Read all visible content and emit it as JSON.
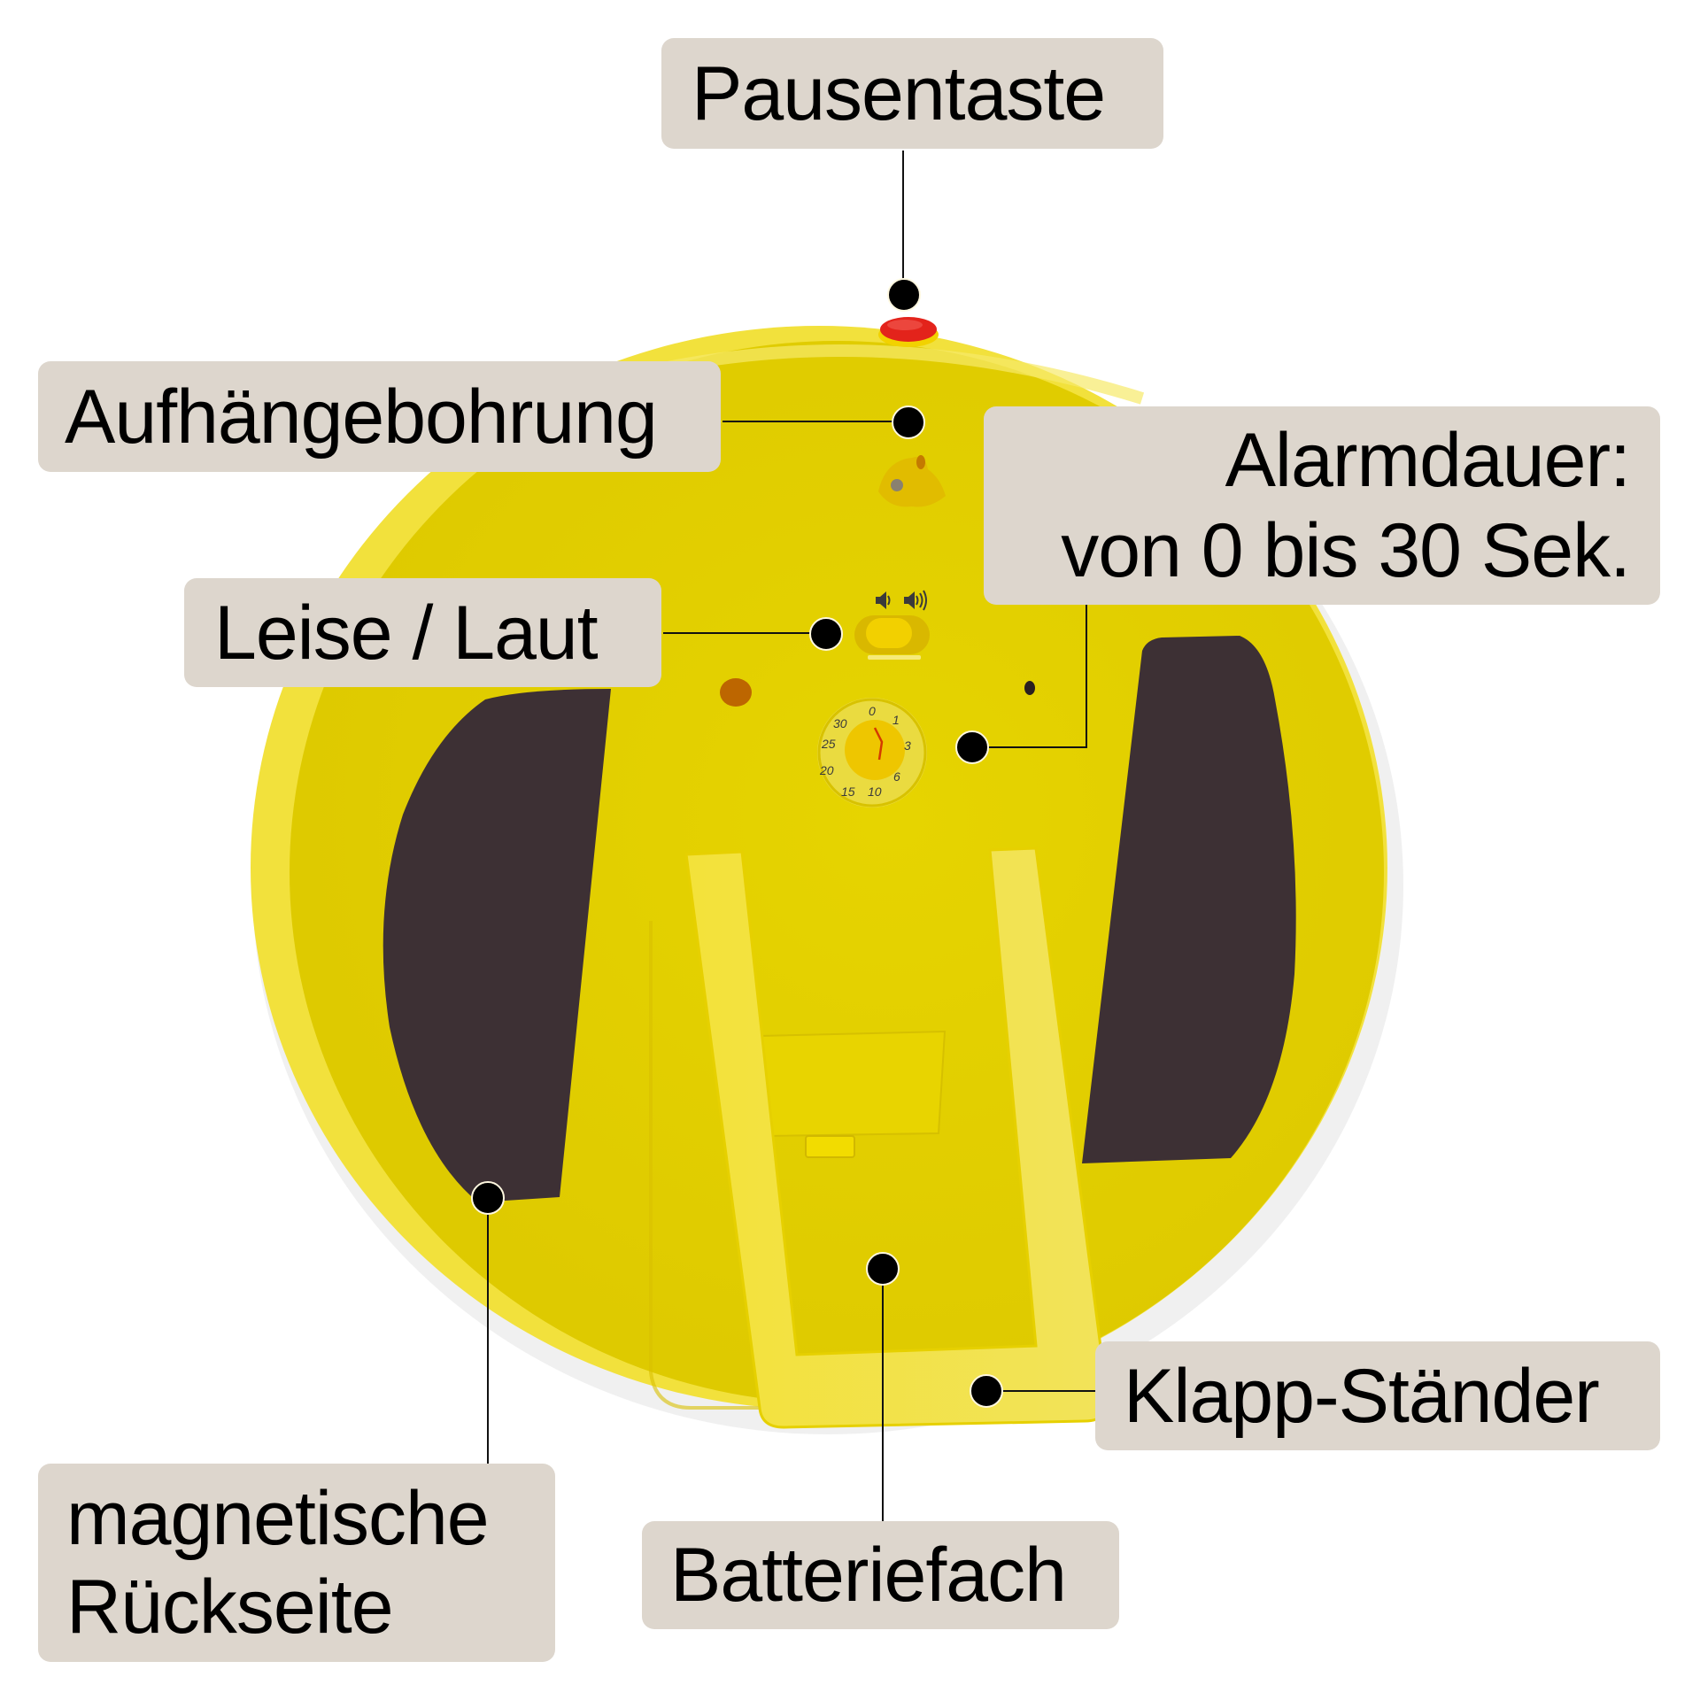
{
  "labels": {
    "pause_button": "Pausentaste",
    "hanging_hole": "Aufhängebohrung",
    "volume_switch": "Leise / Laut",
    "alarm_duration_line1": "Alarmdauer:",
    "alarm_duration_line2": "von 0 bis 30 Sek.",
    "folding_stand": "Klapp-Ständer",
    "battery_compartment": "Batteriefach",
    "magnetic_back_line1": "magnetische",
    "magnetic_back_line2": "Rückseite"
  },
  "dial": {
    "ticks": [
      "0",
      "1",
      "3",
      "6",
      "10",
      "15",
      "20",
      "25",
      "30"
    ]
  },
  "icons": {
    "volume_low": "speaker-low-icon",
    "volume_high": "speaker-high-icon"
  },
  "colors": {
    "label_bg": "#ddd6cd",
    "body_yellow": "#e2cf00",
    "body_rim": "#f0e24a",
    "magnet_pad": "#3d3034",
    "pause_button_red": "#e3231b"
  }
}
